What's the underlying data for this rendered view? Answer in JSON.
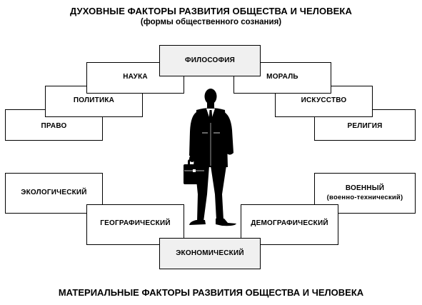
{
  "title_top": "ДУХОВНЫЕ ФАКТОРЫ РАЗВИТИЯ ОБЩЕСТВА И ЧЕЛОВЕКА",
  "subtitle_top": "(формы общественного сознания)",
  "title_bottom": "МАТЕРИАЛЬНЫЕ ФАКТОРЫ РАЗВИТИЯ ОБЩЕСТВА И ЧЕЛОВЕКА",
  "spiritual": {
    "philosophy": "ФИЛОСОФИЯ",
    "science": "НАУКА",
    "politics": "ПОЛИТИКА",
    "law": "ПРАВО",
    "morality": "МОРАЛЬ",
    "art": "ИСКУССТВО",
    "religion": "РЕЛИГИЯ"
  },
  "material": {
    "economic": "ЭКОНОМИЧЕСКИЙ",
    "geographic": "ГЕОГРАФИЧЕСКИЙ",
    "ecological": "ЭКОЛОГИЧЕСКИЙ",
    "demographic": "ДЕМОГРАФИЧЕСКИЙ",
    "military": "ВОЕННЫЙ",
    "military_sub": "(военно-технический)"
  },
  "figure_icon": "businessman-with-briefcase-icon"
}
